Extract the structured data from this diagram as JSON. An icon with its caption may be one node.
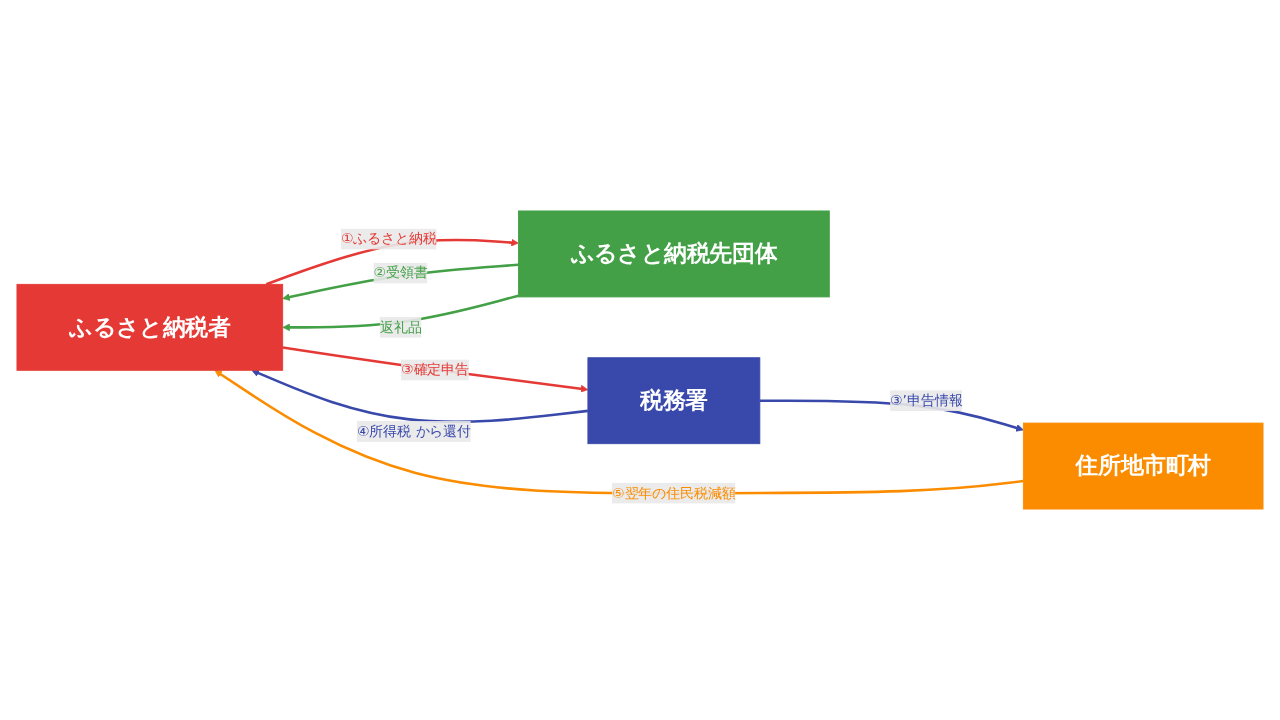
{
  "diagram": {
    "nodes": [
      {
        "text": [
          "ふるさと納税者"
        ]
      },
      {
        "text": [
          "ふるさと納税先団体"
        ]
      },
      {
        "text": [
          "税務署"
        ]
      },
      {
        "text": [
          "住所地市町村"
        ]
      }
    ],
    "edges": [
      {
        "from": 0,
        "to": 1,
        "arrow": "to",
        "label": "①ふるさと納税",
        "color": "#e53935"
      },
      {
        "from": 1,
        "to": 0,
        "arrow": "to",
        "label": "②受領書",
        "color": "#43a047"
      },
      {
        "from": 1,
        "to": 0,
        "arrow": "to",
        "label": "返礼品",
        "color": "#43a047"
      },
      {
        "from": 0,
        "to": 2,
        "arrow": "to",
        "label": "③確定申告",
        "color": "#e53935"
      },
      {
        "from": 2,
        "to": 0,
        "arrow": "to",
        "label": "④所得税 から還付",
        "color": "#3949ab"
      },
      {
        "from": 3,
        "to": 0,
        "arrow": "to",
        "label": "⑤翌年の住民税減額",
        "color": "#fb8c00"
      },
      {
        "from": 2,
        "to": 3,
        "arrow": "to",
        "label": "③’申告情報",
        "color": "#3949ab"
      }
    ]
  }
}
